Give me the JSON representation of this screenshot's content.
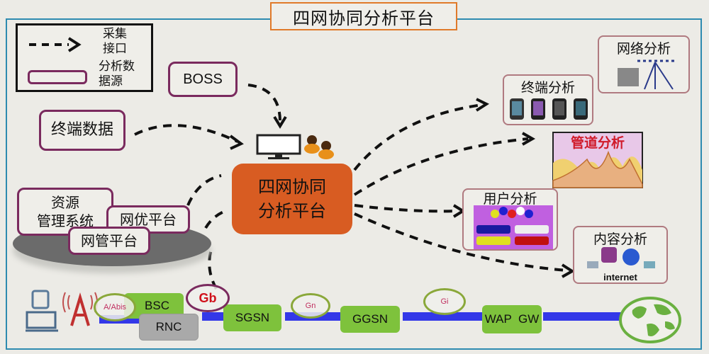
{
  "title": "四网协同分析平台",
  "legend": {
    "arrow_label_line1": "采集",
    "arrow_label_line2": "接口",
    "box_label_line1": "分析数",
    "box_label_line2": "据源"
  },
  "sources": {
    "boss": "BOSS",
    "terminal_data": "终端数据",
    "resource_mgmt_line1": "资源",
    "resource_mgmt_line2": "管理系统",
    "net_opt": "网优平台",
    "net_mgmt": "网管平台"
  },
  "center": {
    "line1": "四网协同",
    "line2": "分析平台"
  },
  "analyses": {
    "network": "网络分析",
    "terminal": "终端分析",
    "pipeline": "管道分析",
    "user": "用户分析",
    "content": "内容分析",
    "content_caption": "internet"
  },
  "network_chain": {
    "nodes": [
      "BSC",
      "RNC",
      "SGSN",
      "GGSN",
      "WAP  GW"
    ],
    "interfaces": [
      "A/Abis",
      "Gb",
      "Gn",
      "Gi"
    ]
  },
  "colors": {
    "frame": "#2e8bb0",
    "title_border": "#e07a2a",
    "center_box": "#d85c22",
    "source_border": "#7a2a5e",
    "node_green": "#7ec23c",
    "link_blue": "#3338e8"
  }
}
